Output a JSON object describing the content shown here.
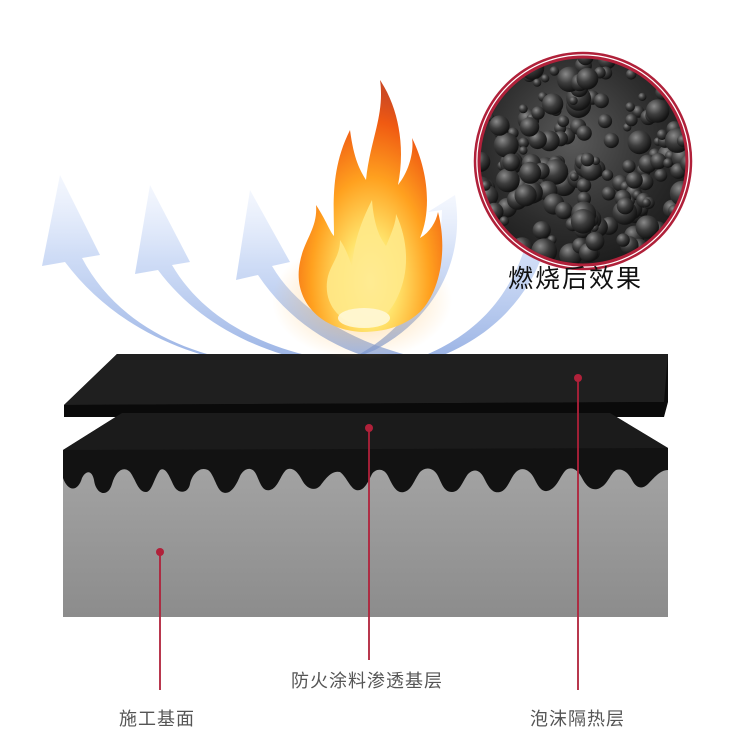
{
  "caption": "燃烧后效果",
  "labels": {
    "substrate": "施工基面",
    "penetration": "防火涂料渗透基层",
    "foam": "泡沫隔热层"
  },
  "colors": {
    "leader_line": "#b0213a",
    "foam_layer": "#1c1c1c",
    "coating_layer": "#151515",
    "substrate": "#9a9a9a",
    "airflow_arrows": "#8fb0e8",
    "flame": "#ff8c1a"
  },
  "icons": [
    "flame-icon",
    "airflow-arrow-icon",
    "char-texture-icon"
  ]
}
